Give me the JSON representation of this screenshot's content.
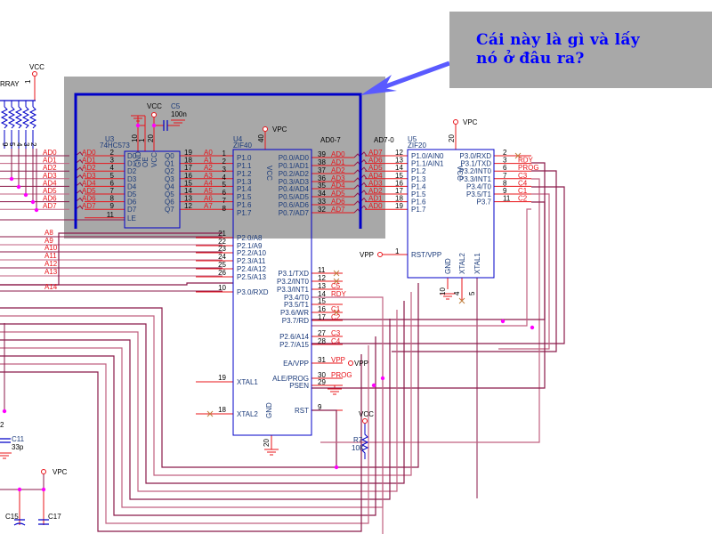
{
  "callout": {
    "line1": "Cái này là gì và lấy",
    "line2": "nó ở đâu ra?",
    "bg_color": "#a8a8a8",
    "text_color": "#0000ff",
    "arrow_color": "#5a5aff"
  },
  "power": {
    "vcc": "VCC",
    "vpc": "VPC",
    "vpp": "VPP"
  },
  "resistor_array": {
    "label": "RRAY",
    "pins": [
      "9",
      "5",
      "4",
      "3",
      "2"
    ],
    "pin1": "1"
  },
  "bus_labels": {
    "ad_0_7": "AD0-7",
    "ad_7_0": "AD7-0"
  },
  "u3": {
    "ref": "U3",
    "part": "74HC573",
    "left_pins": [
      {
        "num": "2",
        "name": "D0",
        "net": "AD0"
      },
      {
        "num": "3",
        "name": "D1",
        "net": "AD1"
      },
      {
        "num": "4",
        "name": "D2",
        "net": "AD2"
      },
      {
        "num": "5",
        "name": "D3",
        "net": "AD3"
      },
      {
        "num": "6",
        "name": "D4",
        "net": "AD4"
      },
      {
        "num": "7",
        "name": "D5",
        "net": "AD5"
      },
      {
        "num": "8",
        "name": "D6",
        "net": "AD6"
      },
      {
        "num": "9",
        "name": "D7",
        "net": "AD7"
      },
      {
        "num": "11",
        "name": "LE",
        "net": ""
      }
    ],
    "right_pins": [
      {
        "num": "19",
        "name": "Q0",
        "net": "A0"
      },
      {
        "num": "18",
        "name": "Q1",
        "net": "A1"
      },
      {
        "num": "17",
        "name": "Q2",
        "net": "A2"
      },
      {
        "num": "16",
        "name": "Q3",
        "net": "A3"
      },
      {
        "num": "15",
        "name": "Q4",
        "net": "A4"
      },
      {
        "num": "14",
        "name": "Q5",
        "net": "A5"
      },
      {
        "num": "13",
        "name": "Q6",
        "net": "A6"
      },
      {
        "num": "12",
        "name": "Q7",
        "net": "A7"
      }
    ],
    "top_pins": [
      {
        "num": "10",
        "name": "GND"
      },
      {
        "num": "1",
        "name": "OE"
      },
      {
        "num": "20",
        "name": "VCC"
      }
    ]
  },
  "c5": {
    "ref": "C5",
    "value": "100n"
  },
  "u4": {
    "ref": "U4",
    "part": "ZIF40",
    "vcc_pin": "40",
    "vcc_name": "VCC",
    "gnd_pin": "20",
    "gnd_name": "GND",
    "left_pins": [
      {
        "num": "1",
        "name": "P1.0"
      },
      {
        "num": "2",
        "name": "P1.1"
      },
      {
        "num": "3",
        "name": "P1.2"
      },
      {
        "num": "4",
        "name": "P1.3"
      },
      {
        "num": "5",
        "name": "P1.4"
      },
      {
        "num": "6",
        "name": "P1.5"
      },
      {
        "num": "7",
        "name": "P1.6"
      },
      {
        "num": "8",
        "name": "P1.7"
      },
      {
        "num": "21",
        "name": "P2.0/A8",
        "net": "A8"
      },
      {
        "num": "22",
        "name": "P2.1/A9",
        "net": "A9"
      },
      {
        "num": "23",
        "name": "P2.2/A10",
        "net": "A10"
      },
      {
        "num": "24",
        "name": "P2.3/A11",
        "net": "A11"
      },
      {
        "num": "25",
        "name": "P2.4/A12",
        "net": "A12"
      },
      {
        "num": "26",
        "name": "P2.5/A13",
        "net": "A13"
      },
      {
        "num": "10",
        "name": "P3.0/RXD",
        "net": "A14"
      },
      {
        "num": "19",
        "name": "XTAL1"
      },
      {
        "num": "18",
        "name": "XTAL2"
      }
    ],
    "right_pins": [
      {
        "num": "39",
        "name": "P0.0/AD0",
        "net": "AD0"
      },
      {
        "num": "38",
        "name": "P0.1/AD1",
        "net": "AD1"
      },
      {
        "num": "37",
        "name": "P0.2/AD2",
        "net": "AD2"
      },
      {
        "num": "36",
        "name": "P0.3/AD3",
        "net": "AD3"
      },
      {
        "num": "35",
        "name": "P0.4/AD4",
        "net": "AD4"
      },
      {
        "num": "34",
        "name": "P0.5/AD5",
        "net": "AD5"
      },
      {
        "num": "33",
        "name": "P0.6/AD6",
        "net": "AD6"
      },
      {
        "num": "32",
        "name": "P0.7/AD7",
        "net": "AD7"
      },
      {
        "num": "11",
        "name": "P3.1/TXD",
        "net": ""
      },
      {
        "num": "12",
        "name": "P3.2/INT0",
        "net": ""
      },
      {
        "num": "13",
        "name": "P3.3/INT1",
        "net": "C5"
      },
      {
        "num": "14",
        "name": "P3.4/T0",
        "net": "RDY"
      },
      {
        "num": "15",
        "name": "P3.5/T1",
        "net": ""
      },
      {
        "num": "16",
        "name": "P3.6/WR",
        "net": "C1"
      },
      {
        "num": "17",
        "name": "P3.7/RD",
        "net": "C2"
      },
      {
        "num": "27",
        "name": "P2.6/A14",
        "net": "C3"
      },
      {
        "num": "28",
        "name": "P2.7/A15",
        "net": "C4"
      },
      {
        "num": "31",
        "name": "EA/VPP",
        "net": "VPP"
      },
      {
        "num": "30",
        "name": "ALE/PROG",
        "net": "PROG"
      },
      {
        "num": "29",
        "name": "PSEN",
        "net": ""
      },
      {
        "num": "9",
        "name": "RST",
        "net": ""
      }
    ]
  },
  "u5": {
    "ref": "U5",
    "part": "ZIF20",
    "vcc_pin": "20",
    "vcc_name": "VCC",
    "left_pins": [
      {
        "num": "12",
        "name": "P1.0/AIN0",
        "net": "AD7"
      },
      {
        "num": "13",
        "name": "P1.1/AIN1",
        "net": "AD6"
      },
      {
        "num": "14",
        "name": "P1.2",
        "net": "AD5"
      },
      {
        "num": "15",
        "name": "P1.3",
        "net": "AD4"
      },
      {
        "num": "16",
        "name": "P1.4",
        "net": "AD3"
      },
      {
        "num": "17",
        "name": "P1.5",
        "net": "AD2"
      },
      {
        "num": "18",
        "name": "P1.6",
        "net": "AD1"
      },
      {
        "num": "19",
        "name": "P1.7",
        "net": "AD0"
      },
      {
        "num": "1",
        "name": "RST/VPP",
        "net": "VPP"
      }
    ],
    "right_pins": [
      {
        "num": "2",
        "name": "P3.0/RXD",
        "net": ""
      },
      {
        "num": "3",
        "name": "P3.1/TXD",
        "net": "RDY"
      },
      {
        "num": "6",
        "name": "P3.2/INT0",
        "net": "PROG"
      },
      {
        "num": "7",
        "name": "P3.3/INT1",
        "net": "C3"
      },
      {
        "num": "8",
        "name": "P3.4/T0",
        "net": "C4"
      },
      {
        "num": "9",
        "name": "P3.5/T1",
        "net": "C1"
      },
      {
        "num": "11",
        "name": "P3.7",
        "net": "C2"
      }
    ],
    "bottom_pins": [
      {
        "num": "10",
        "name": "GND"
      },
      {
        "num": "4",
        "name": "XTAL2"
      },
      {
        "num": "5",
        "name": "XTAL1"
      }
    ]
  },
  "r7": {
    "ref": "R7",
    "value": "10K"
  },
  "c11": {
    "ref": "C11",
    "value": "33p",
    "pin": "2"
  },
  "c15": {
    "ref": "C15"
  },
  "c17": {
    "ref": "C17"
  }
}
